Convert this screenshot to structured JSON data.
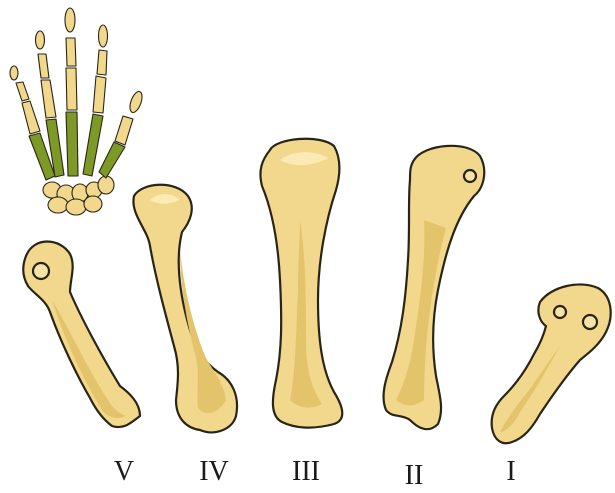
{
  "colors": {
    "bone": "#f2d88c",
    "bone_shade": "#e3c46b",
    "highlight": "#7e9a26",
    "outline": "#2a2418",
    "background": "#ffffff"
  },
  "labels": {
    "metacarpal_5": "V",
    "metacarpal_4": "IV",
    "metacarpal_3": "III",
    "metacarpal_2": "II",
    "metacarpal_1": "I"
  }
}
